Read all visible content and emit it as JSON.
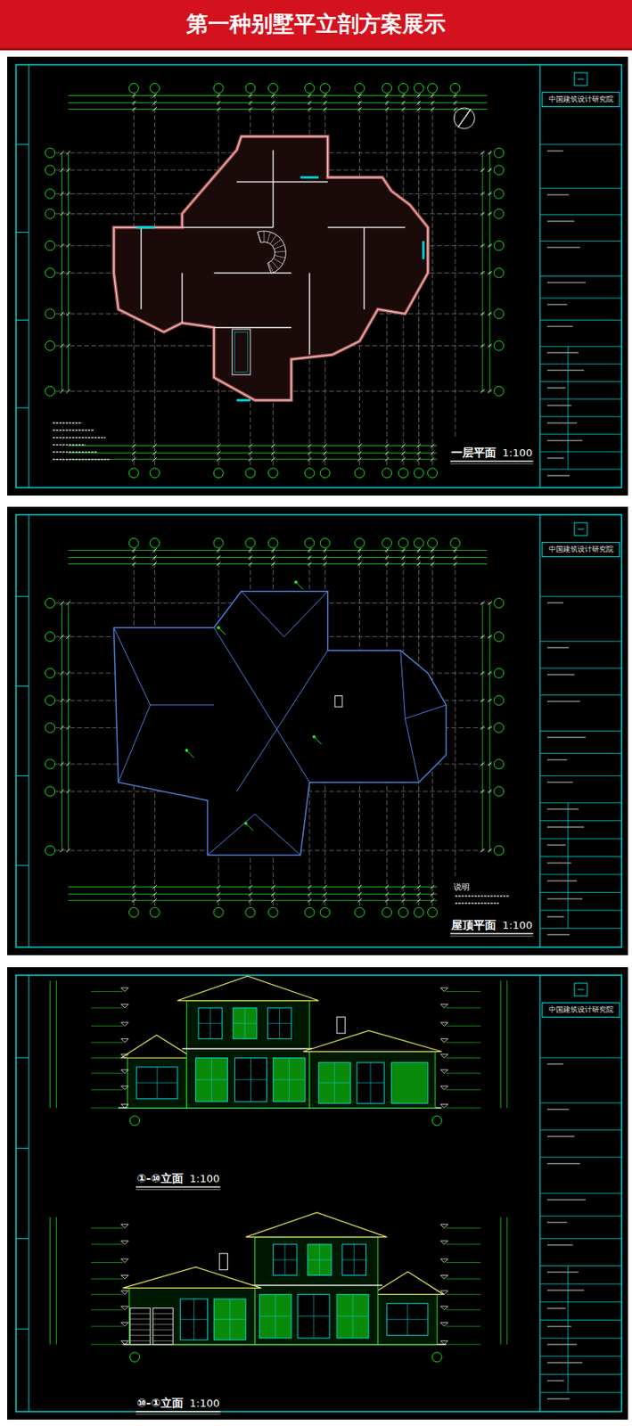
{
  "diagram": {
    "title": "第一种别墅平立剖方案展示",
    "nodes": [
      {
        "text": [
          "中国建筑设计研究院"
        ]
      },
      {
        "text": [
          "中国建筑设计研究院"
        ]
      },
      {
        "text": [
          "中国建筑设计研究院"
        ]
      }
    ],
    "labels": [
      "一层平面",
      "1:100",
      "说明",
      "屋顶平面",
      "1:100",
      "①-⑩立面",
      "1:100",
      "⑩-①立面",
      "1:100"
    ]
  }
}
